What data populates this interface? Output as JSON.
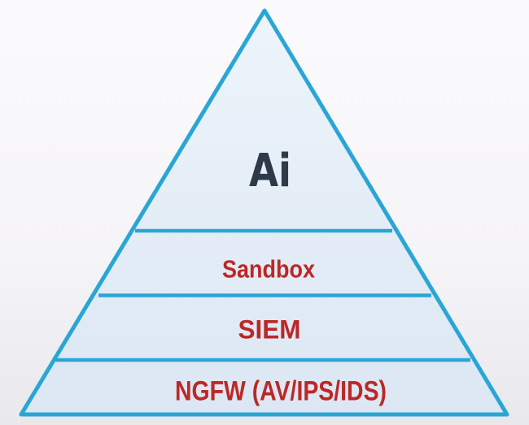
{
  "diagram": {
    "type": "pyramid",
    "title": "",
    "levels": [
      {
        "label": "Ai",
        "text_color": "#2e3a47"
      },
      {
        "label": "Sandbox",
        "text_color": "#bb2827"
      },
      {
        "label": "SIEM",
        "text_color": "#bb2827"
      },
      {
        "label": "NGFW (AV/IPS/IDS)",
        "text_color": "#bb2827"
      }
    ],
    "colors": {
      "border": "#2aa6d5",
      "fill_top": "#edf4fb",
      "fill_bottom": "#dce7f3",
      "background_top": "#fbfafc",
      "background_bottom": "#e9e8ec"
    }
  }
}
